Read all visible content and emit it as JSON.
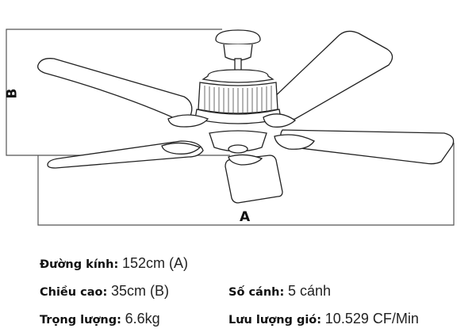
{
  "dimensions": {
    "a_label": "A",
    "b_label": "B"
  },
  "specs": [
    {
      "key": "Đường kính:",
      "value": "152cm (A)"
    },
    {
      "key": "Chiều cao:",
      "value": "35cm (B)"
    },
    {
      "key": "Trọng lượng:",
      "value": "6.6kg"
    },
    {
      "key": "Số cánh:",
      "value": "5 cánh"
    },
    {
      "key": "Lưu lượng gió:",
      "value": "10.529 CF/Min"
    }
  ],
  "colors": {
    "line": "#222222",
    "dimension": "#555555",
    "background": "#ffffff"
  }
}
